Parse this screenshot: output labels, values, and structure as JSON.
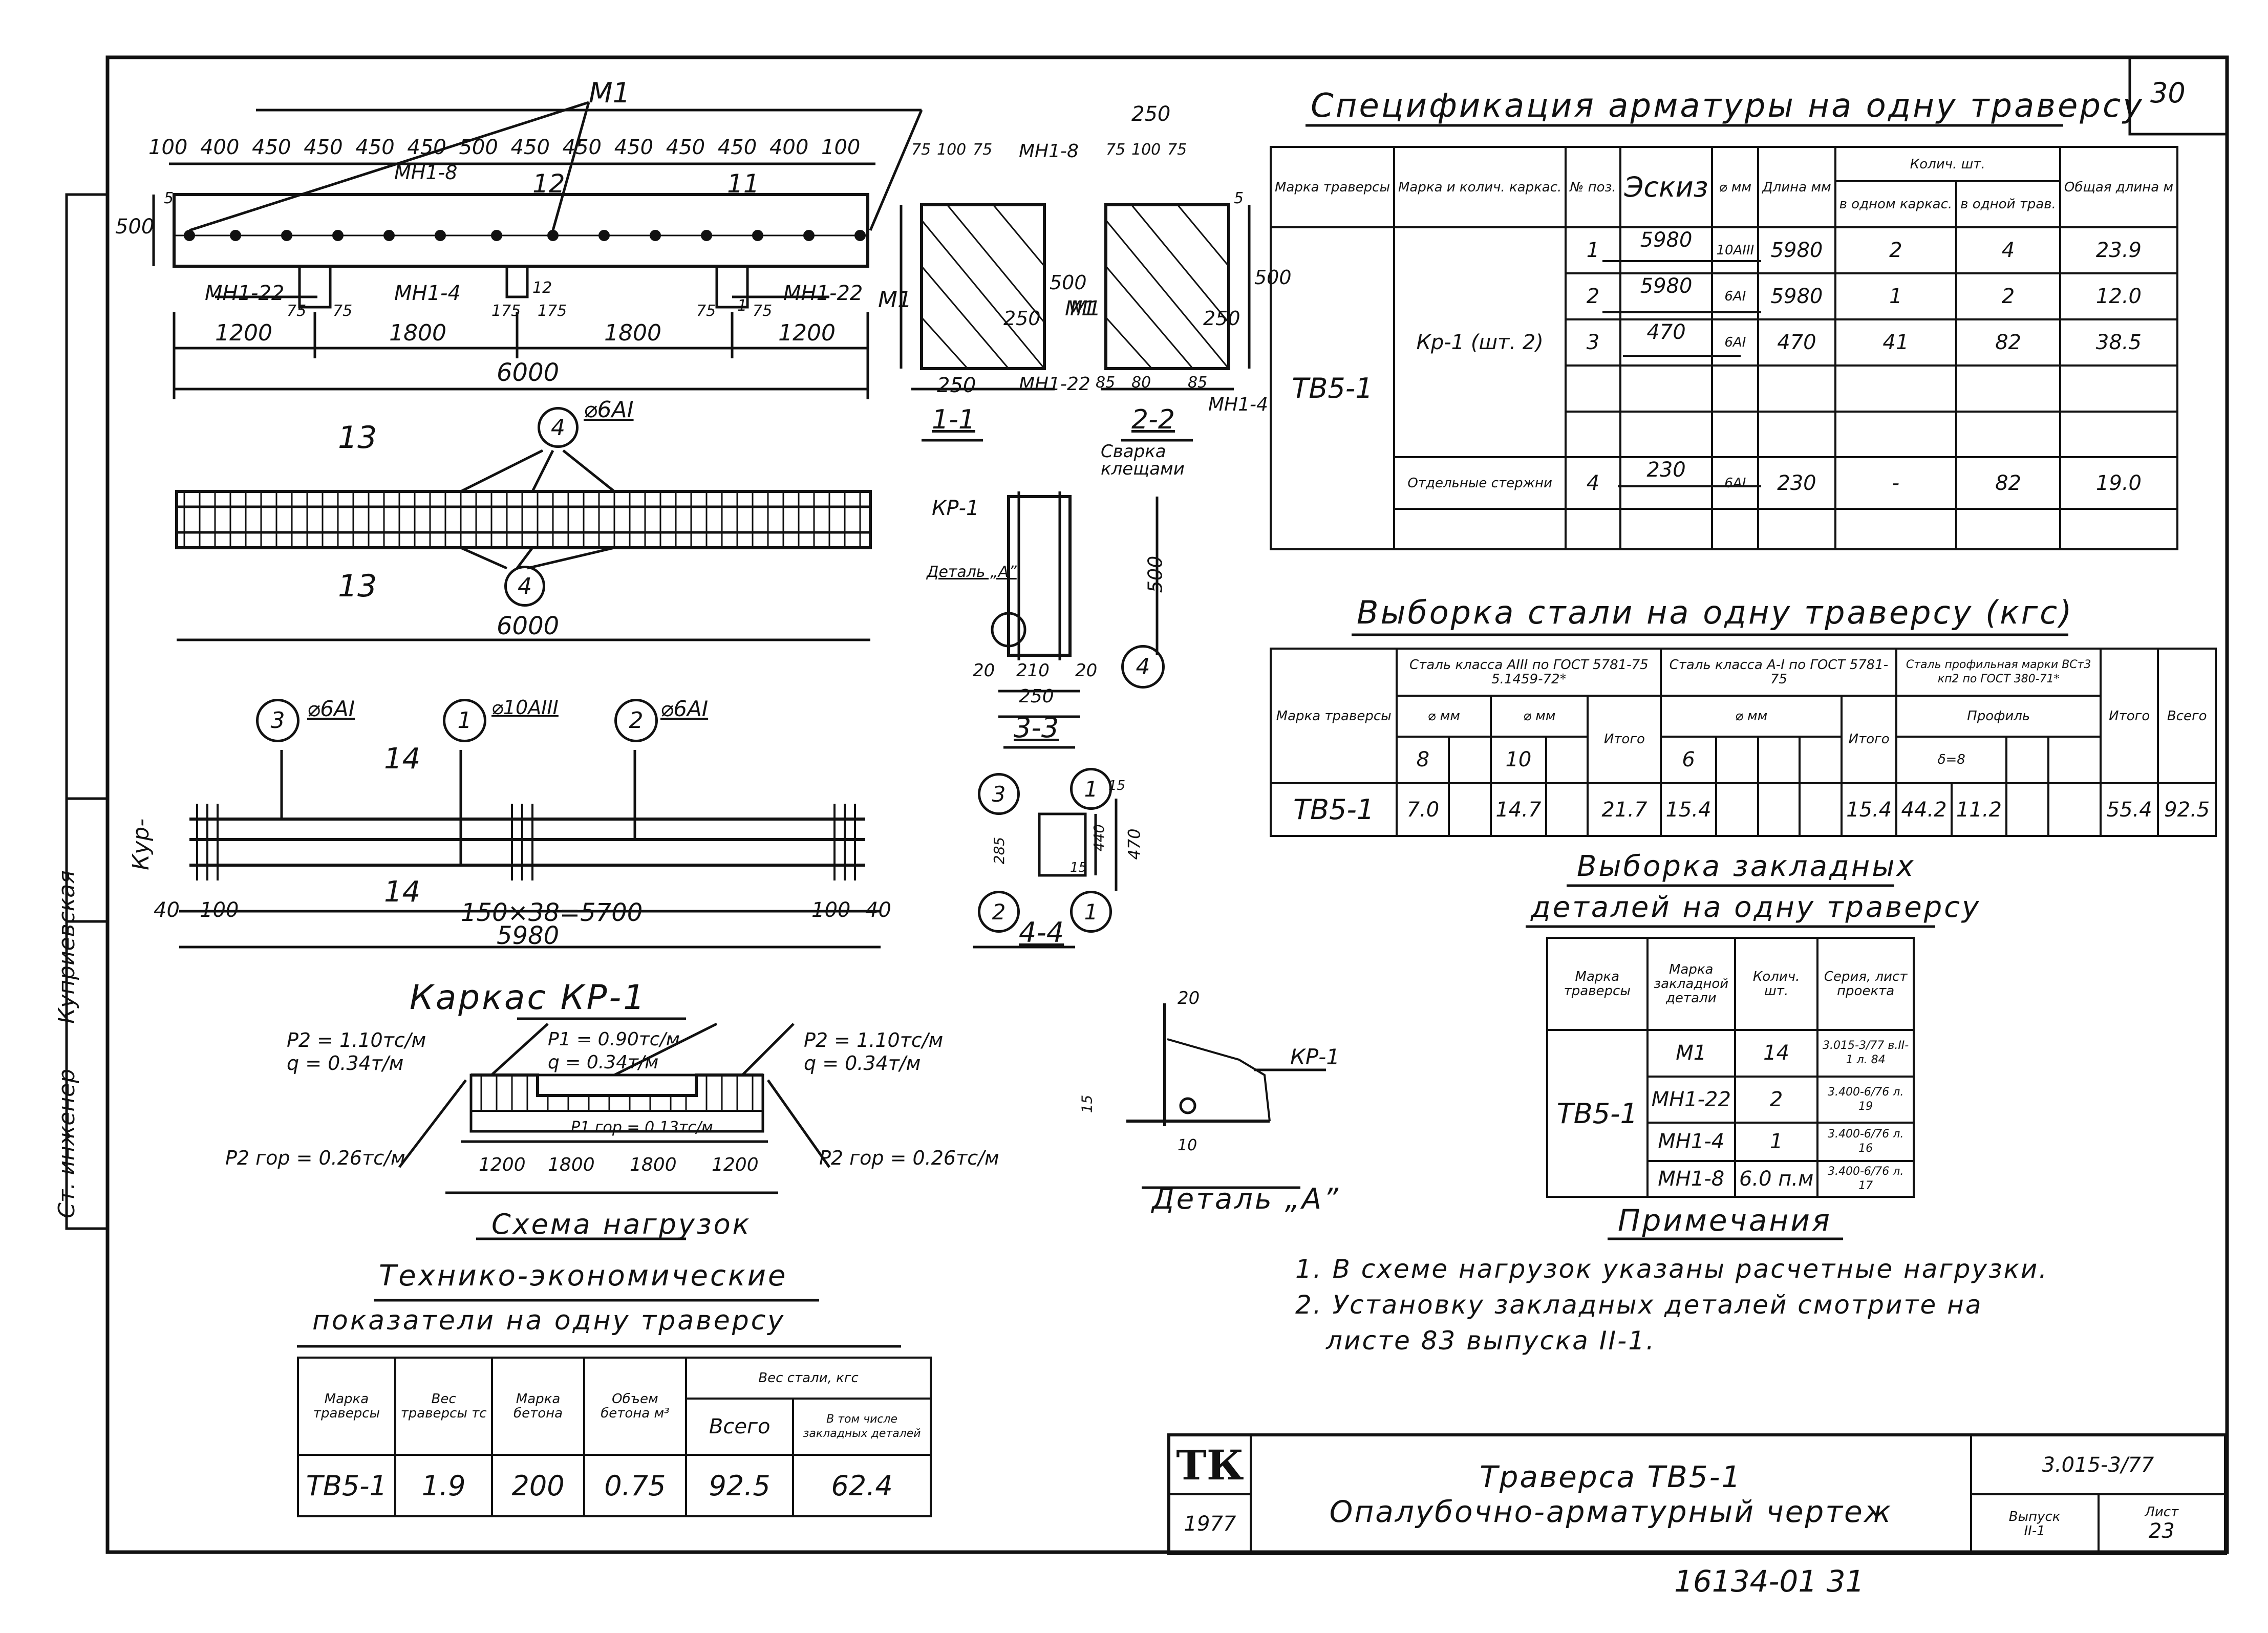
{
  "sheet": {
    "sheet_no": "30",
    "footer_code": "16134-01  31",
    "side_stamp": [
      "Ст. инженер",
      "Куприевская",
      "Кур-"
    ]
  },
  "beam": {
    "label_m1": "М1",
    "top_dims": [
      "100",
      "400",
      "450",
      "450",
      "450",
      "450",
      "500",
      "450",
      "450",
      "450",
      "450",
      "450",
      "400",
      "100"
    ],
    "label_12": "12",
    "label_11": "11",
    "height_dim": "500",
    "dim_5": "5",
    "embed_labels": [
      "МН1-22",
      "МН1-4",
      "МН1-22",
      "МН1-8"
    ],
    "small_dims": [
      "75",
      "75",
      "175",
      "175",
      "12",
      "75",
      "1",
      "75"
    ],
    "m1_end": "М1",
    "spans": [
      "1200",
      "1800",
      "1800",
      "1200"
    ],
    "total": "6000"
  },
  "section_13": {
    "mark_top": "13",
    "mark_bottom": "13",
    "bar_label": "⌀6АI",
    "pos_top": "4",
    "pos_bottom": "4",
    "length": "6000"
  },
  "section_11": {
    "dims_top": [
      "75",
      "100",
      "75"
    ],
    "mark": "МН1-8",
    "h_250": "250",
    "h_500": "500",
    "m1": "М1",
    "width": "250",
    "mn": "МН1-22",
    "name": "1-1"
  },
  "section_22": {
    "top": "250",
    "dims_top": [
      "75",
      "100",
      "75"
    ],
    "h_500": "500",
    "h_250": "250",
    "m1": "М1",
    "bottom": [
      "85",
      "80",
      "85"
    ],
    "mn": "МН1-4",
    "name": "2-2",
    "dim_5": "5"
  },
  "section_33": {
    "kr": "КР-1",
    "weld": "Сварка клещами",
    "detail": "Деталь „А”",
    "h": "500",
    "dims": [
      "20",
      "210",
      "20"
    ],
    "width": "250",
    "pos": "4",
    "name": "3-3"
  },
  "section_44": {
    "pos": [
      "3",
      "1",
      "2",
      "1"
    ],
    "dims": [
      "285",
      "440",
      "470",
      "15",
      "15"
    ],
    "name": "4-4"
  },
  "section_14": {
    "labels": [
      {
        "pos": "3",
        "bar": "⌀6АI"
      },
      {
        "pos": "1",
        "bar": "⌀10АIII"
      },
      {
        "pos": "2",
        "bar": "⌀6АI"
      }
    ],
    "mark_top": "14",
    "mark_bottom": "14",
    "dims": [
      "40",
      "100",
      "150×38=5700",
      "100",
      "40"
    ],
    "total": "5980"
  },
  "kr_title": "Каркас КР-1",
  "loads": {
    "p2_left": "P2 = 1.10тс/м",
    "q_left": "q = 0.34т/м",
    "p1": "P1 = 0.90тс/м",
    "q_mid": "q = 0.34т/м",
    "p2_right": "P2 = 1.10тс/м",
    "q_right": "q = 0.34т/м",
    "p1_gor": "P1 гор = 0.13тс/м",
    "p2_gor_left": "P2 гор = 0.26тс/м",
    "p2_gor_right": "P2 гор = 0.26тс/м",
    "spans": [
      "1200",
      "1800",
      "1800",
      "1200"
    ],
    "title": "Схема нагрузок"
  },
  "detail_a": {
    "d20": "20",
    "d15": "15",
    "d10": "10",
    "kr": "КР-1",
    "title": "Деталь „А”"
  },
  "spec": {
    "title": "Спецификация арматуры на одну траверсу",
    "headers": [
      "Марка траверсы",
      "Марка и колич. каркас.",
      "№ поз.",
      "Эскиз",
      "⌀ мм",
      "Длина мм",
      "Колич. шт.",
      "Общая длина м"
    ],
    "sub_headers": [
      "в одном каркас.",
      "в одной трав."
    ],
    "travers": "ТВ5-1",
    "kr": "Кр-1 (шт. 2)",
    "separate": "Отдельные стержни",
    "rows": [
      {
        "pos": "1",
        "sketch": "5980",
        "dia": "10АIII",
        "len": "5980",
        "n1": "2",
        "n2": "4",
        "total": "23.9"
      },
      {
        "pos": "2",
        "sketch": "5980",
        "dia": "6АI",
        "len": "5980",
        "n1": "1",
        "n2": "2",
        "total": "12.0"
      },
      {
        "pos": "3",
        "sketch": "470",
        "dia": "6АI",
        "len": "470",
        "n1": "41",
        "n2": "82",
        "total": "38.5"
      },
      {
        "pos": "4",
        "sketch": "230",
        "dia": "6АI",
        "len": "230",
        "n1": "-",
        "n2": "82",
        "total": "19.0"
      }
    ]
  },
  "steel": {
    "title": "Выборка стали на одну траверсу (кгс)",
    "h_mark": "Марка траверсы",
    "h_a3": "Сталь класса АIII по ГОСТ 5781-75",
    "h_a3b": "5.1459-72*",
    "h_a1": "Сталь класса А-I по ГОСТ 5781-75",
    "h_prof": "Сталь профильная марки ВСт3 кп2 по ГОСТ 380-71*",
    "h_fmm1": "⌀ мм",
    "h_fmm2": "⌀ мм",
    "h_fmm3": "⌀ мм",
    "h_itogo": "Итого",
    "h_itogo2": "Итого",
    "h_itogo3": "Итого",
    "h_vsego": "Всего",
    "h_prof_sub": "Профиль",
    "h_prof_s": "δ=8",
    "d8": "8",
    "d10": "10",
    "d6": "6",
    "row": {
      "mark": "ТВ5-1",
      "v8": "7.0",
      "v10": "14.7",
      "it1": "21.7",
      "v6": "15.4",
      "it2": "15.4",
      "p1": "44.2",
      "p2": "11.2",
      "it3": "55.4",
      "all": "92.5"
    }
  },
  "embeds": {
    "title1": "Выборка закладных",
    "title2": "деталей на одну траверсу",
    "headers": [
      "Марка траверсы",
      "Марка закладной детали",
      "Колич. шт.",
      "Серия, лист проекта"
    ],
    "travers": "ТВ5-1",
    "rows": [
      {
        "mark": "М1",
        "n": "14",
        "series": "3.015-3/77 в.II-1 л. 84"
      },
      {
        "mark": "МН1-22",
        "n": "2",
        "series": "3.400-6/76 л. 19"
      },
      {
        "mark": "МН1-4",
        "n": "1",
        "series": "3.400-6/76 л. 16"
      },
      {
        "mark": "МН1-8",
        "n": "6.0 п.м",
        "series": "3.400-6/76 л. 17"
      }
    ]
  },
  "notes": {
    "title": "Примечания",
    "items": [
      "1. В схеме нагрузок указаны расчетные нагрузки.",
      "2. Установку закладных деталей смотрите на",
      "листе 83 выпуска II-1."
    ]
  },
  "tech": {
    "title1": "Технико-экономические",
    "title2": "показатели на одну траверсу",
    "headers": [
      "Марка траверсы",
      "Вес траверсы тс",
      "Марка бетона",
      "Объем бетона м³",
      "Вес стали, кгс",
      "Всего",
      "В том числе закладных деталей"
    ],
    "row": {
      "mark": "ТВ5-1",
      "weight": "1.9",
      "concrete": "200",
      "volume": "0.75",
      "steel": "92.5",
      "embeds": "62.4"
    }
  },
  "stamp": {
    "logo": "ТК",
    "year": "1977",
    "title1": "Траверса ТВ5-1",
    "title2": "Опалубочно-арматурный чертеж",
    "code": "3.015-3/77",
    "issue_label": "Выпуск",
    "issue": "II-1",
    "sheet_label": "Лист",
    "sheet": "23"
  }
}
